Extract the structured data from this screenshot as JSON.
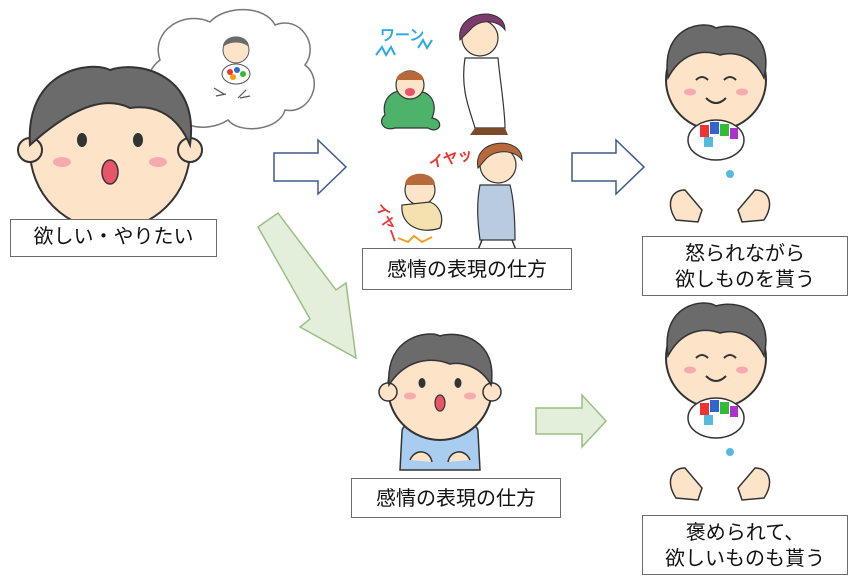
{
  "labels": {
    "want": "欲しい・やりたい",
    "expression_top": "感情の表現の仕方",
    "expression_bottom": "感情の表現の仕方",
    "outcome_top": [
      "怒られながら",
      "欲しものを貰う"
    ],
    "outcome_bottom": [
      "褒められて、",
      "欲しいものも貰う"
    ]
  },
  "decorative_text": {
    "crying_sound": "ワーン",
    "tantrum_shout": "イヤッ",
    "tantrum_shout_2": "イヤー"
  },
  "colors": {
    "arrow_outline": "#3d5a8c",
    "arrow_plain_fill": "#ffffff",
    "arrow_green_fill": "#e3efda",
    "arrow_green_outline": "#9dbd85",
    "hair": "#6b6b6b",
    "skin": "#fde3c8",
    "cheek": "#f6a9ae"
  }
}
